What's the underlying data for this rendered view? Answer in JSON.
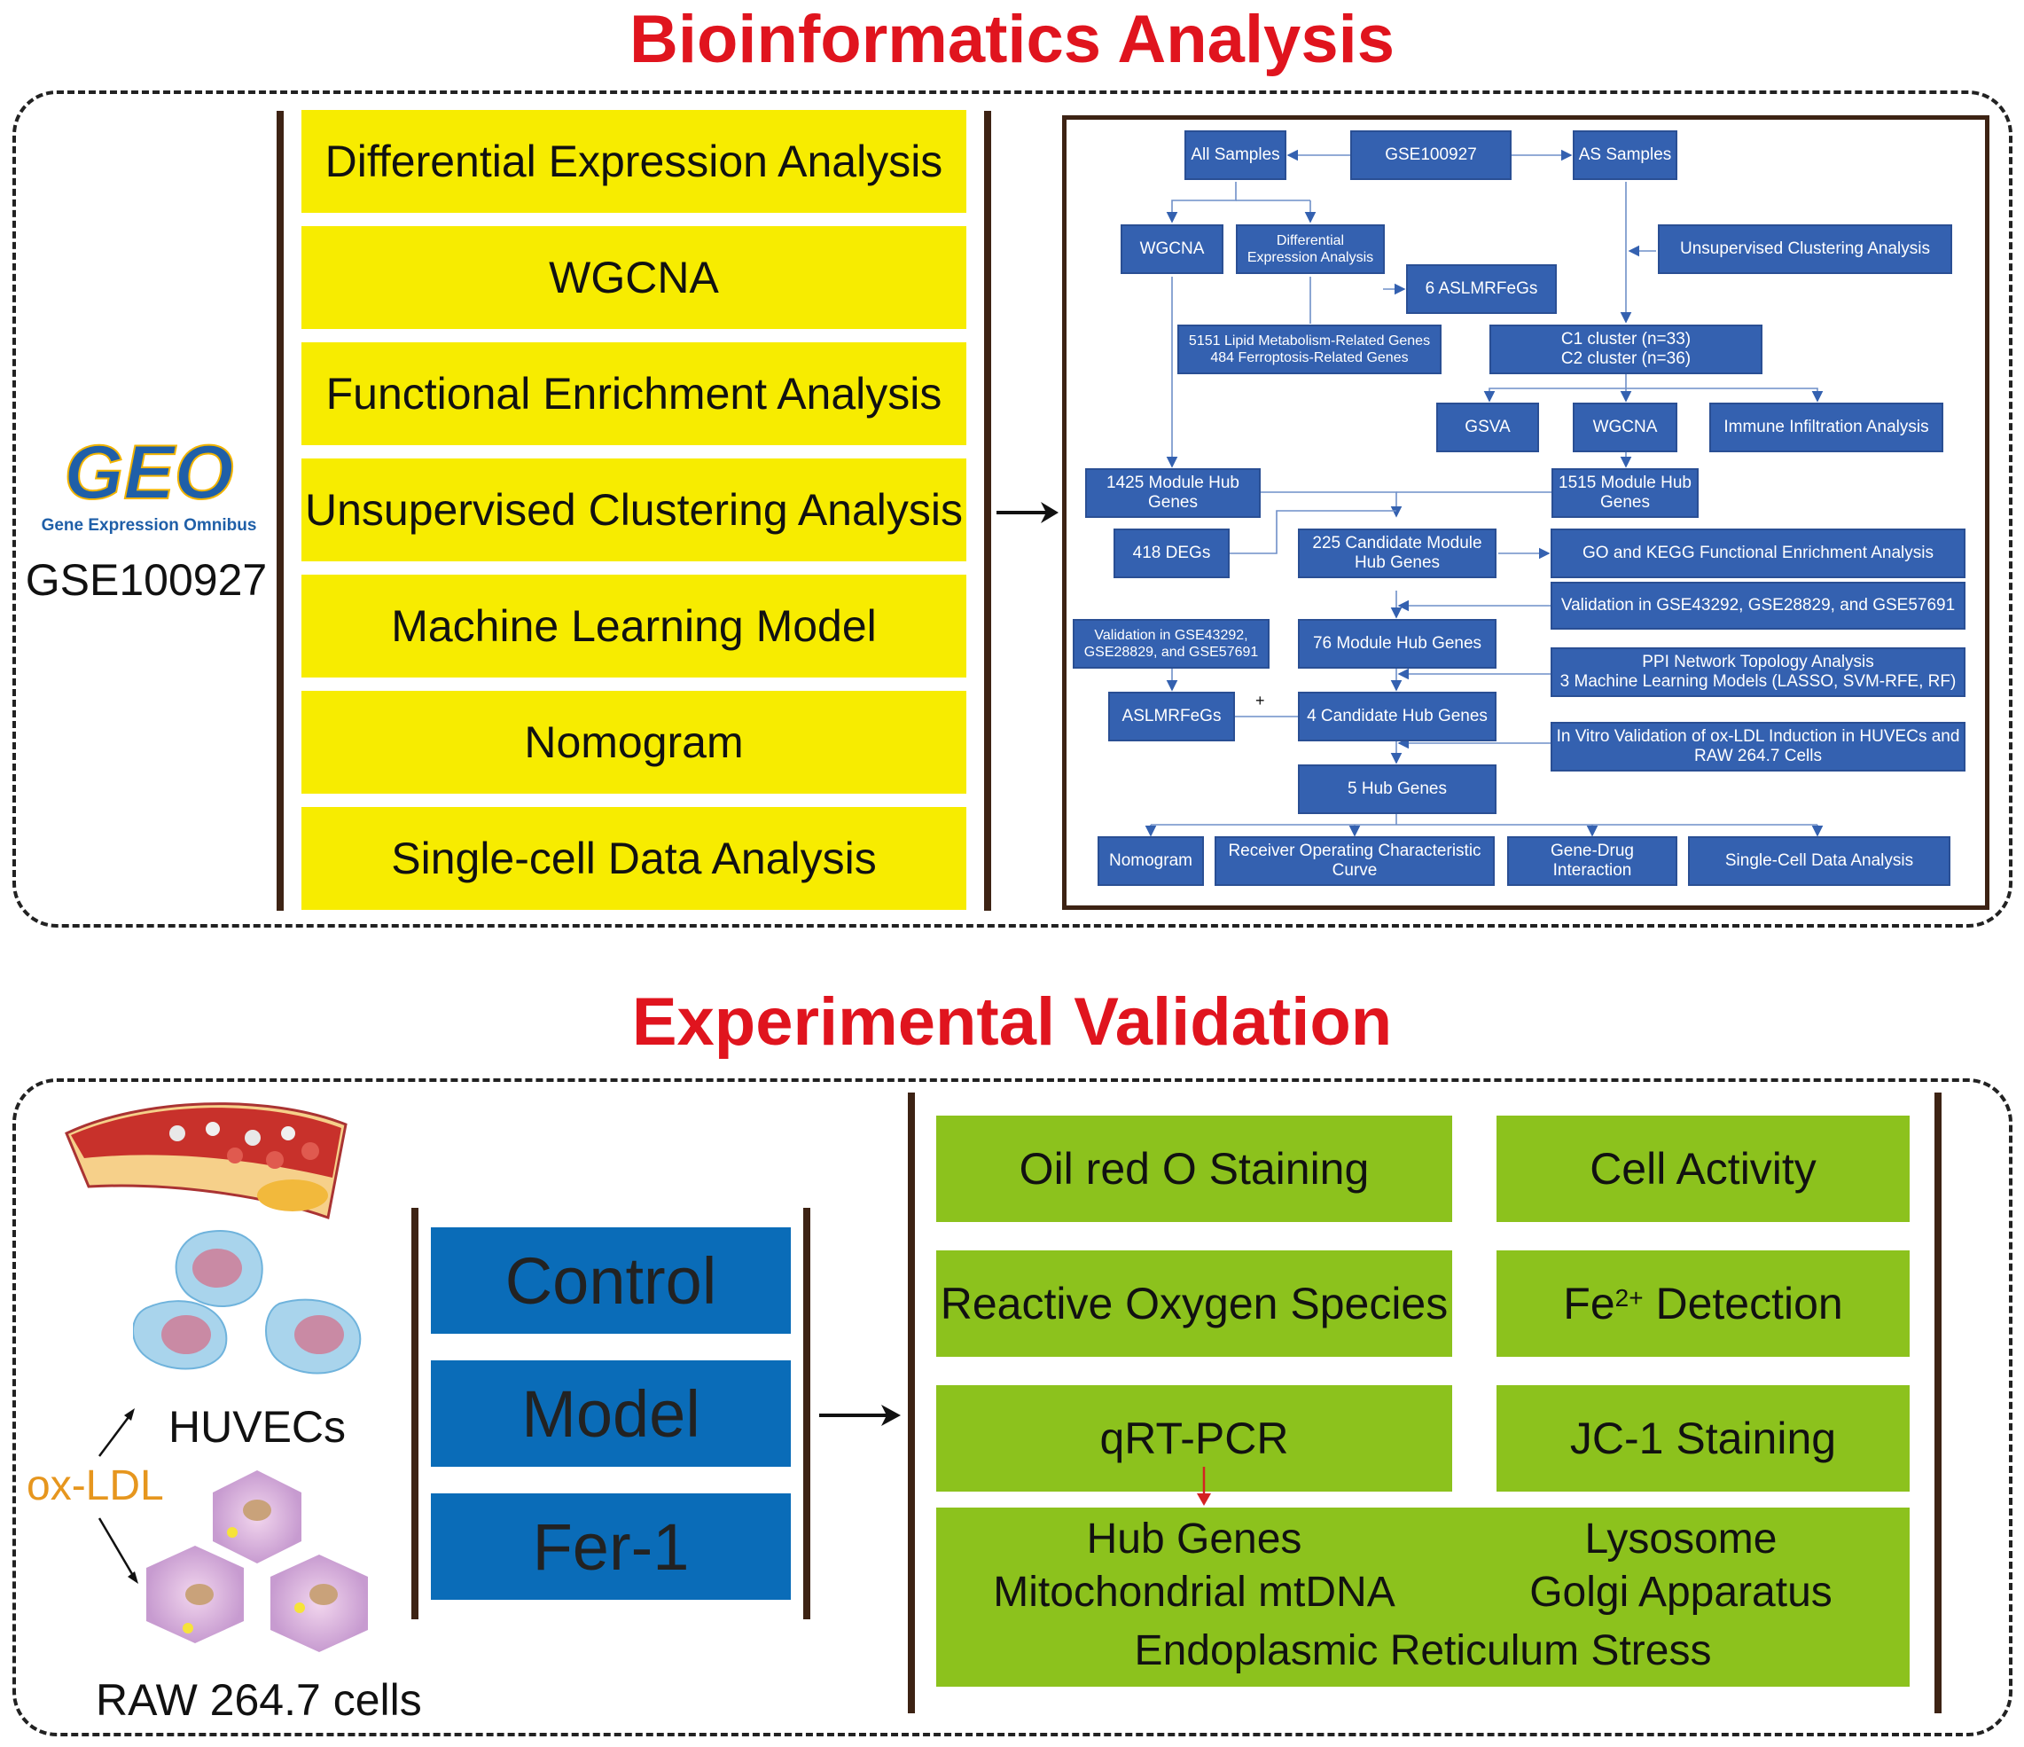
{
  "bioinformatics": {
    "title": "Bioinformatics Analysis",
    "dataset_label": "GSE100927",
    "geo_logo": {
      "letters": "GEO",
      "caption": "Gene Expression Omnibus"
    },
    "steps": [
      "Differential Expression Analysis",
      "WGCNA",
      "Functional Enrichment Analysis",
      "Unsupervised Clustering Analysis",
      "Machine Learning Model",
      "Nomogram",
      "Single-cell Data Analysis"
    ],
    "flowchart": {
      "all_samples": "All Samples",
      "gse": "GSE100927",
      "as_samples": "AS Samples",
      "wgcna_left": "WGCNA",
      "diff_expr": "Differential Expression Analysis",
      "unsup": "Unsupervised Clustering Analysis",
      "aslmrfegs6": "6 ASLMRFeGs",
      "lipid_genes": "5151 Lipid Metabolism-Related Genes",
      "ferro_genes": "484 Ferroptosis-Related Genes",
      "c1": "C1 cluster (n=33)",
      "c2": "C2 cluster (n=36)",
      "gsva": "GSVA",
      "wgcna_right": "WGCNA",
      "immune": "Immune Infiltration Analysis",
      "hub1425": "1425 Module Hub Genes",
      "hub1515": "1515 Module Hub Genes",
      "degs418": "418 DEGs",
      "cand225": "225 Candidate Module Hub Genes",
      "gokegg": "GO and KEGG Functional Enrichment Analysis",
      "valid_right": "Validation in GSE43292, GSE28829, and GSE57691",
      "valid_left": "Validation in GSE43292, GSE28829, and GSE57691",
      "hub76": "76 Module Hub Genes",
      "ppi": "PPI Network Topology Analysis",
      "ml3": "3 Machine Learning Models (LASSO, SVM-RFE, RF)",
      "aslmrfegs": "ASLMRFeGs",
      "plus": "+",
      "cand4": "4 Candidate Hub Genes",
      "invitro": "In Vitro Validation of ox-LDL Induction in HUVECs and RAW 264.7 Cells",
      "hub5": "5 Hub Genes",
      "nomogram": "Nomogram",
      "roc": "Receiver Operating Characteristic Curve",
      "genedrug": "Gene-Drug Interaction",
      "singlecell": "Single-Cell Data Analysis"
    }
  },
  "experimental": {
    "title": "Experimental Validation",
    "huvecs_label": "HUVECs",
    "oxldl_label": "ox-LDL",
    "raw_label": "RAW 264.7 cells",
    "groups": [
      "Control",
      "Model",
      "Fer-1"
    ],
    "assays": {
      "oil_red": "Oil red O Staining",
      "cell_activity": "Cell Activity",
      "ros": "Reactive Oxygen Species",
      "fe_prefix": "Fe",
      "fe_sup": "2+",
      "fe_suffix": " Detection",
      "qrt": "qRT-PCR",
      "jc1": "JC-1 Staining",
      "hub_genes": "Hub Genes",
      "lysosome": "Lysosome",
      "mito": "Mitochondrial mtDNA",
      "golgi": "Golgi Apparatus",
      "er_stress": "Endoplasmic Reticulum Stress"
    }
  },
  "colors": {
    "title_red": "#e0141e",
    "step_yellow": "#f7ec00",
    "flow_blue": "#3461b0",
    "group_blue": "#0a6cb8",
    "assay_green": "#8cc21d",
    "oxldl_orange": "#e6961e",
    "bar_brown": "#3d2314"
  }
}
